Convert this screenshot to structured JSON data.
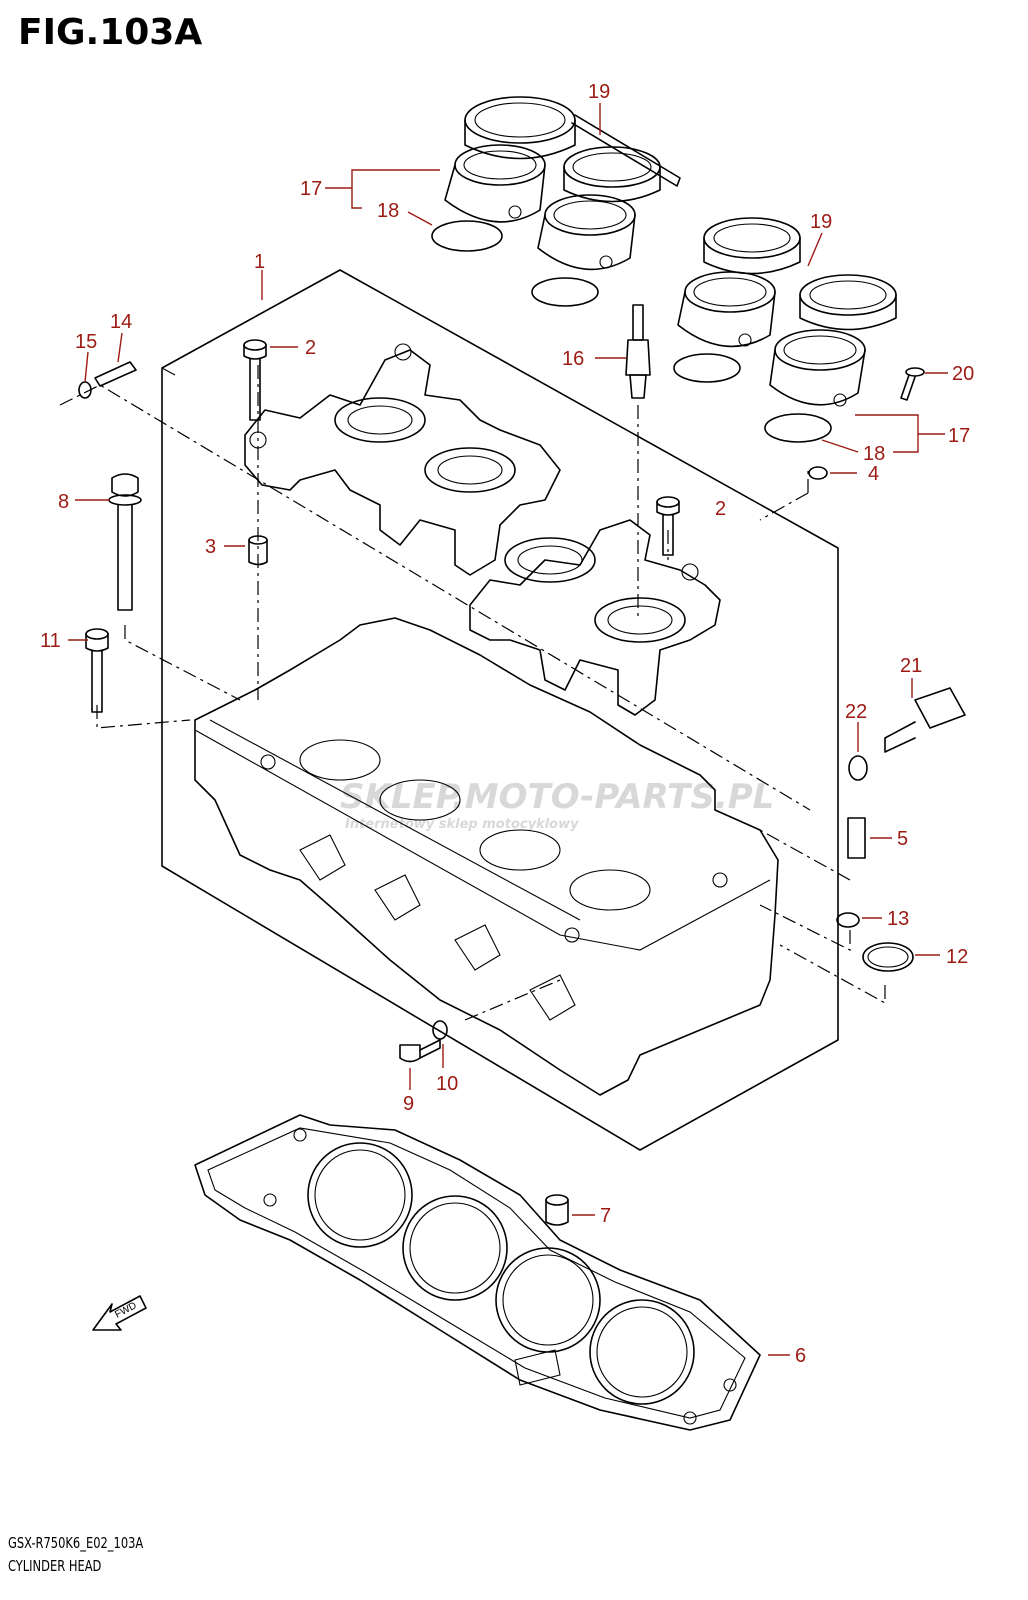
{
  "figure": {
    "title": "FIG.103A",
    "code": "GSX-R750K6_E02_103A",
    "name": "CYLINDER HEAD"
  },
  "fwd_label": "FWD",
  "watermark": {
    "main": "SKLEP.MOTO-PARTS.PL",
    "sub": "Internetowy sklep motocyklowy"
  },
  "callouts": {
    "c1": "1",
    "c2a": "2",
    "c2b": "2",
    "c3": "3",
    "c4": "4",
    "c5": "5",
    "c6": "6",
    "c7": "7",
    "c8": "8",
    "c9": "9",
    "c10": "10",
    "c11": "11",
    "c12": "12",
    "c13": "13",
    "c14": "14",
    "c15": "15",
    "c16": "16",
    "c17a": "17",
    "c17b": "17",
    "c18a": "18",
    "c18b": "18",
    "c19a": "19",
    "c19b": "19",
    "c20": "20",
    "c21": "21",
    "c22": "22"
  },
  "colors": {
    "callout": "#9c1b14",
    "line": "#000000"
  }
}
